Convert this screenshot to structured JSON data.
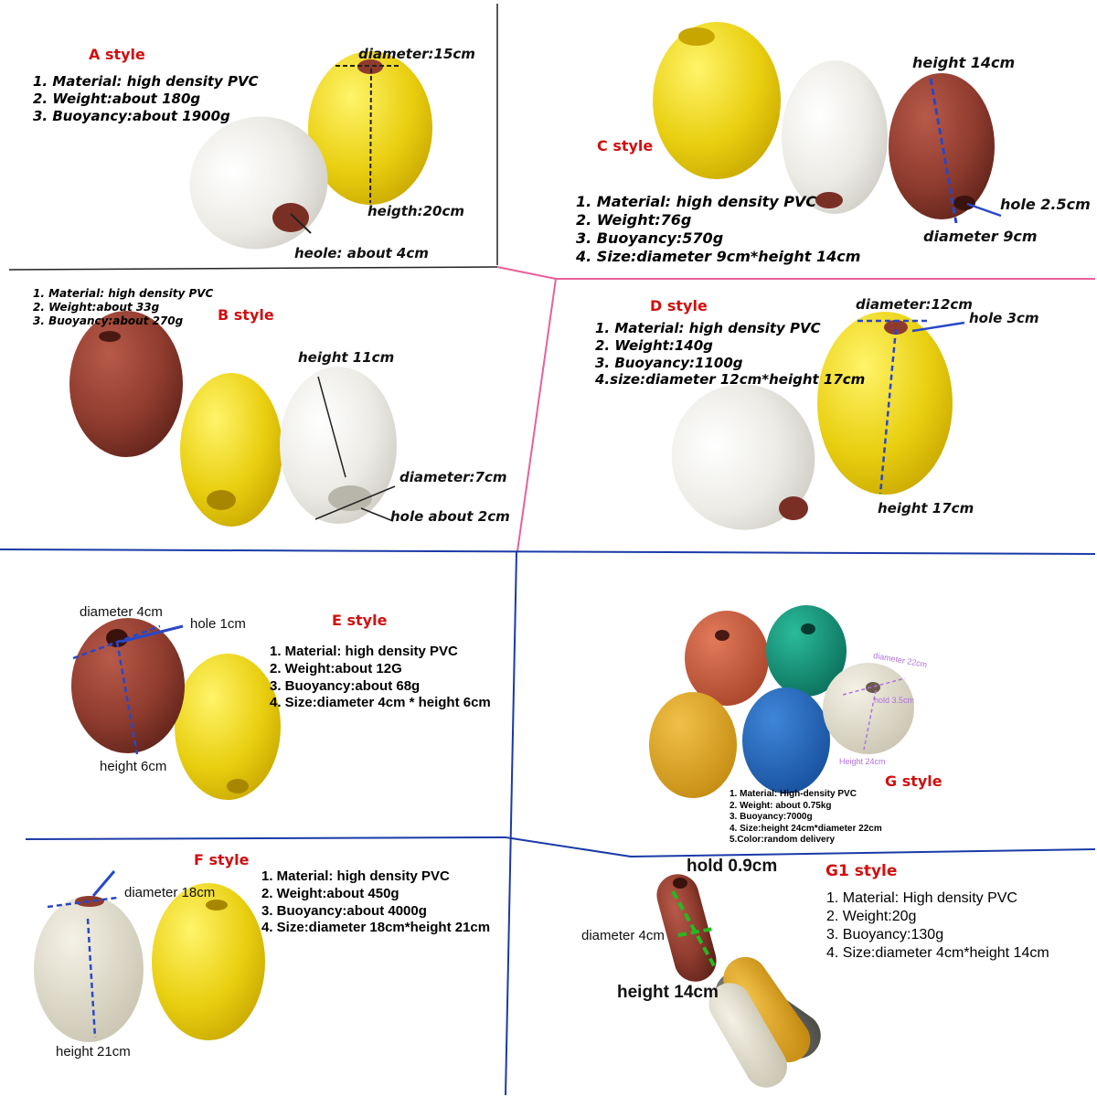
{
  "A": {
    "title": "A style",
    "specs": [
      "1. Material: high density PVC",
      "2. Weight:about 180g",
      "3. Buoyancy:about 1900g"
    ],
    "diameter": "diameter:15cm",
    "height": "heigth:20cm",
    "hole": "heole: about 4cm"
  },
  "B": {
    "title": "B style",
    "specs": [
      "1. Material: high density PVC",
      "2. Weight:about 33g",
      "3. Buoyancy:about 270g"
    ],
    "height": "height 11cm",
    "diameter": "diameter:7cm",
    "hole": "hole about 2cm"
  },
  "C": {
    "title": "C style",
    "specs": [
      "1. Material: high density PVC",
      "2. Weight:76g",
      "3. Buoyancy:570g",
      "4. Size:diameter 9cm*height 14cm"
    ],
    "height": "height 14cm",
    "hole": "hole 2.5cm",
    "diameter": "diameter 9cm"
  },
  "D": {
    "title": "D style",
    "specs": [
      "1. Material: high density PVC",
      "2. Weight:140g",
      "3. Buoyancy:1100g",
      "4.size:diameter 12cm*height 17cm"
    ],
    "diameter": "diameter:12cm",
    "hole": "hole 3cm",
    "height": "height 17cm"
  },
  "E": {
    "title": "E style",
    "specs": [
      "1. Material: high density PVC",
      "2. Weight:about 12G",
      "3. Buoyancy:about 68g",
      "4. Size:diameter 4cm * height 6cm"
    ],
    "diameter": "diameter 4cm",
    "hole": "hole 1cm",
    "height": "height 6cm"
  },
  "F": {
    "title": "F style",
    "specs": [
      "1. Material: high density PVC",
      "2. Weight:about 450g",
      "3. Buoyancy:about 4000g",
      "4. Size:diameter 18cm*height 21cm"
    ],
    "diameter": "diameter 18cm",
    "height": "height 21cm"
  },
  "G": {
    "title": "G style",
    "specs": [
      "1. Material: High-density PVC",
      "2. Weight: about 0.75kg",
      "3. Buoyancy:7000g",
      "4. Size:height 24cm*diameter 22cm",
      "5.Color:random delivery"
    ],
    "diameter": "diameter 22cm",
    "hole": "hold 3.5cm",
    "height": "Height 24cm"
  },
  "G1": {
    "title": "G1 style",
    "specs": [
      "1. Material: High density PVC",
      "2. Weight:20g",
      "3. Buoyancy:130g",
      "4. Size:diameter 4cm*height 14cm"
    ],
    "hole": "hold 0.9cm",
    "diameter": "diameter 4cm",
    "height": "height 14cm"
  },
  "colors": {
    "title_red": "#d01010",
    "divider_blue": "#1a3aa8",
    "divider_pink": "#e8609a",
    "measure_blue": "#2848c8",
    "measure_green": "#22bb22",
    "purple": "#b070e0"
  }
}
